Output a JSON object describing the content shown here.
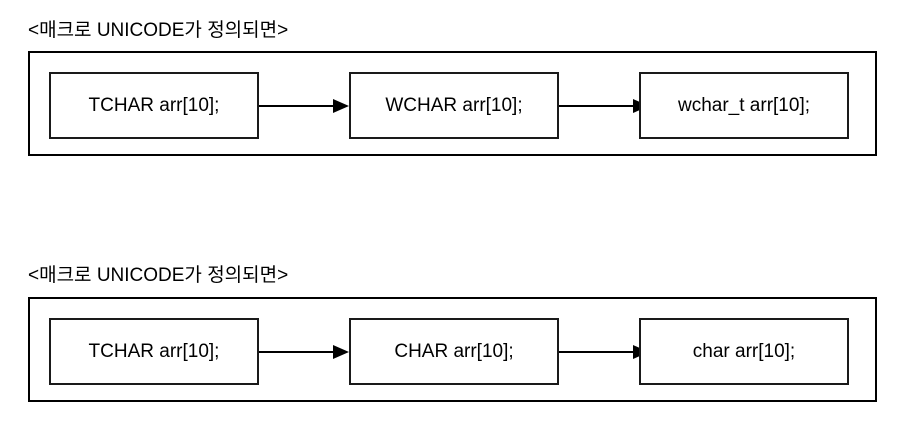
{
  "colors": {
    "background": "#ffffff",
    "border": "#000000",
    "text": "#000000"
  },
  "sections": [
    {
      "title": "<매크로 UNICODE가 정의되면>",
      "boxes": [
        {
          "label": "TCHAR arr[10];"
        },
        {
          "label": "WCHAR arr[10];"
        },
        {
          "label": "wchar_t arr[10];"
        }
      ]
    },
    {
      "title": "<매크로 UNICODE가 정의되면>",
      "boxes": [
        {
          "label": "TCHAR arr[10];"
        },
        {
          "label": "CHAR arr[10];"
        },
        {
          "label": "char arr[10];"
        }
      ]
    }
  ]
}
